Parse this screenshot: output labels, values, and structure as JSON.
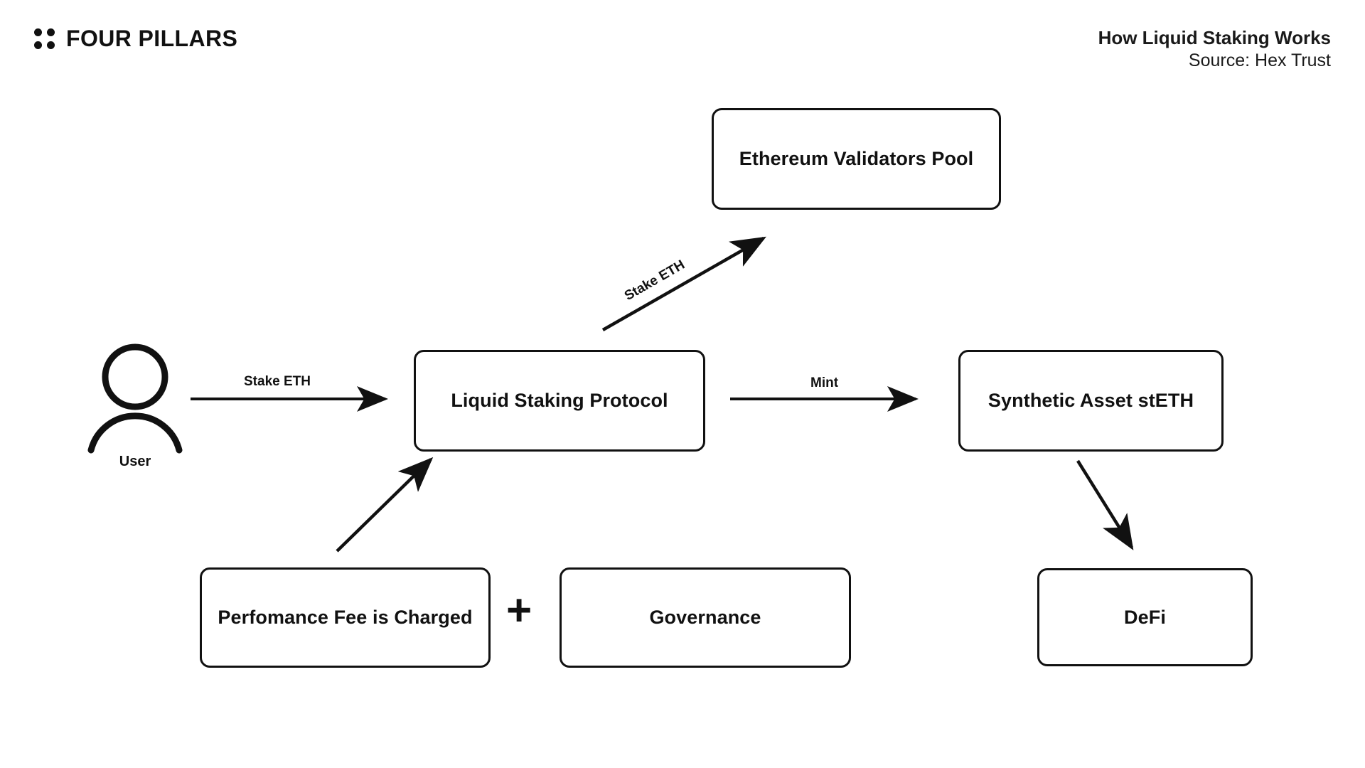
{
  "header": {
    "brand": "FOUR PILLARS",
    "brand_icon": "four-dots-icon",
    "title": "How Liquid Staking Works",
    "source": "Source: Hex Trust"
  },
  "diagram": {
    "type": "flow-diagram",
    "actor": {
      "icon": "user-person-icon",
      "caption": "User"
    },
    "nodes": [
      {
        "id": "validators",
        "label": "Ethereum Validators Pool"
      },
      {
        "id": "protocol",
        "label": "Liquid Staking Protocol"
      },
      {
        "id": "steth",
        "label": "Synthetic Asset stETH"
      },
      {
        "id": "fee",
        "label": "Perfomance Fee is Charged"
      },
      {
        "id": "governance",
        "label": "Governance"
      },
      {
        "id": "defi",
        "label": "DeFi"
      }
    ],
    "connector_symbol": "+",
    "edges": [
      {
        "from": "user",
        "to": "protocol",
        "label": "Stake ETH"
      },
      {
        "from": "protocol",
        "to": "validators",
        "label": "Stake ETH"
      },
      {
        "from": "protocol",
        "to": "steth",
        "label": "Mint"
      },
      {
        "from": "steth",
        "to": "defi",
        "label": ""
      },
      {
        "from": "fee",
        "to": "protocol",
        "label": ""
      }
    ]
  },
  "colors": {
    "background": "#ffffff",
    "stroke": "#111111",
    "text": "#1a1a1a"
  }
}
